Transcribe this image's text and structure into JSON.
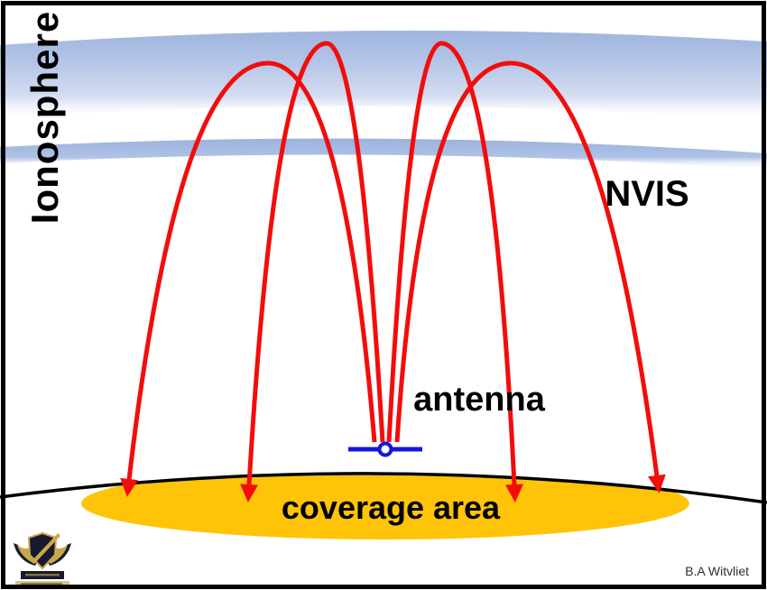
{
  "diagram": {
    "title_context": "NVIS propagation diagram",
    "labels": {
      "ionosphere": "Ionosphere",
      "nvis": "NVIS",
      "antenna": "antenna",
      "coverage_area": "coverage area",
      "attribution": "B.A Witvliet"
    },
    "rays": {
      "count": 4,
      "description": "red sky-wave arcs from antenna reflecting off ionosphere down to coverage area"
    },
    "icons": {
      "logo": "crest-wings-shield-emblem"
    },
    "colors": {
      "ray": "#f20d0d",
      "ionosphere_band": "#a7bbe3",
      "ionosphere_band_thin": "#9db4dd",
      "coverage": "#ffc408",
      "antenna": "#1515e0",
      "ground": "#000000",
      "text": "#000000",
      "attribution_text": "#2e2e2e"
    }
  }
}
